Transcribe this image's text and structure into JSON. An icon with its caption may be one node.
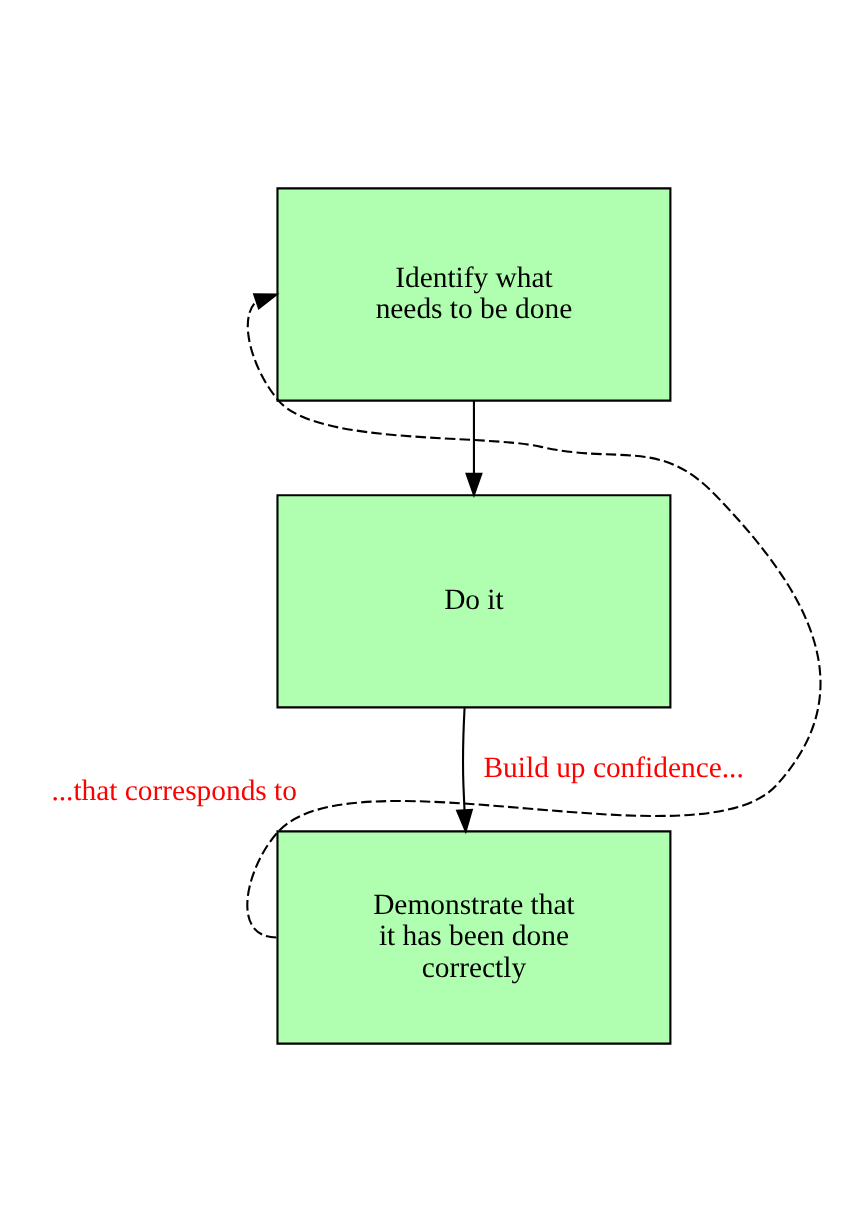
{
  "diagram": {
    "nodes": [
      {
        "text": [
          "Identify what needs to be done"
        ]
      },
      {
        "text": [
          "Do it"
        ]
      },
      {
        "text": [
          "Demonstrate that it has been done correctly"
        ]
      }
    ],
    "edges": [
      {
        "from": 0,
        "to": 1,
        "arrow": "to"
      },
      {
        "from": 1,
        "to": 2,
        "arrow": "to",
        "label": "Build up confidence..."
      },
      {
        "from": 2,
        "to": 0,
        "arrow": "to",
        "style": "dashed",
        "label": "...that corresponds to"
      }
    ]
  }
}
